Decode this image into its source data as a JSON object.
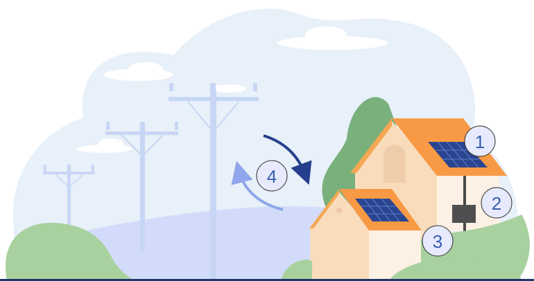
{
  "labels": {
    "panel_main_roof": "1",
    "inverter": "2",
    "panel_small_roof": "3",
    "grid_exchange": "4"
  },
  "colors": {
    "sky": "#e8f0f9",
    "pole": "#c8d6f6",
    "roof": "#f89a45",
    "wall": "#f8dcbc",
    "wall_side": "#fdf0e4",
    "panel": "#2a4590",
    "grass": "#a8d19f",
    "tree": "#79b07c",
    "arrow_dark": "#263f8c",
    "arrow_light": "#8fa6ec",
    "badge": "#e6eafc"
  }
}
